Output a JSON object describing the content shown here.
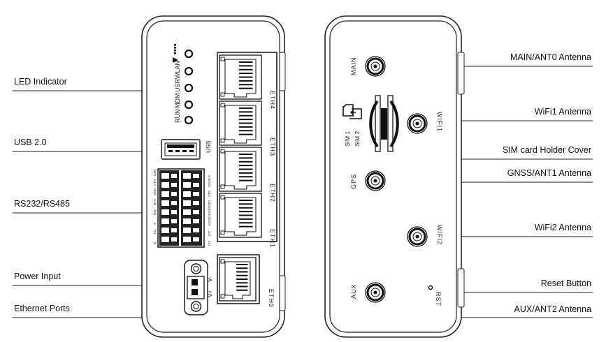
{
  "left_callouts": [
    {
      "id": "led",
      "label": "LED Indicator"
    },
    {
      "id": "usb",
      "label": "USB 2.0"
    },
    {
      "id": "serial",
      "label": "RS232/RS485"
    },
    {
      "id": "power",
      "label": "Power Input"
    },
    {
      "id": "eth",
      "label": "Ethernet Ports"
    }
  ],
  "right_callouts": [
    {
      "id": "main",
      "label": "MAIN/ANT0 Antenna"
    },
    {
      "id": "wifi1",
      "label": "WiFi1 Antenna"
    },
    {
      "id": "sim",
      "label": "SIM card Holder Cover"
    },
    {
      "id": "gnss",
      "label": "GNSS/ANT1 Antenna"
    },
    {
      "id": "wifi2",
      "label": "WiFi2 Antenna"
    },
    {
      "id": "reset",
      "label": "Reset Button"
    },
    {
      "id": "aux",
      "label": "AUX/ANT2 Antenna"
    }
  ],
  "front_panel": {
    "led_labels": [
      "RUN",
      "MDM",
      "USR",
      "WLAN"
    ],
    "usb_label": "USB",
    "eth_ports": [
      "ETH4",
      "ETH3",
      "ETH2",
      "ETH1",
      "ETH0"
    ],
    "terminal_labels_a": [
      "B",
      "Tx1",
      "A",
      "Rx1",
      "RTS",
      "GND",
      "CTS",
      "DSR"
    ],
    "terminal_labels_b": [
      "IO1",
      "IO2",
      "AGND",
      "DGND",
      "RXD",
      "CTS",
      "SGND",
      "A"
    ],
    "power_labels": [
      "V+",
      "V-"
    ]
  },
  "rear_panel": {
    "antenna_labels": [
      "MAIN",
      "WIFI1",
      "GPS",
      "WIFI2",
      "AUX"
    ],
    "sim_labels": [
      "SIM 1",
      "SIM 2"
    ],
    "reset_label": "RST"
  }
}
